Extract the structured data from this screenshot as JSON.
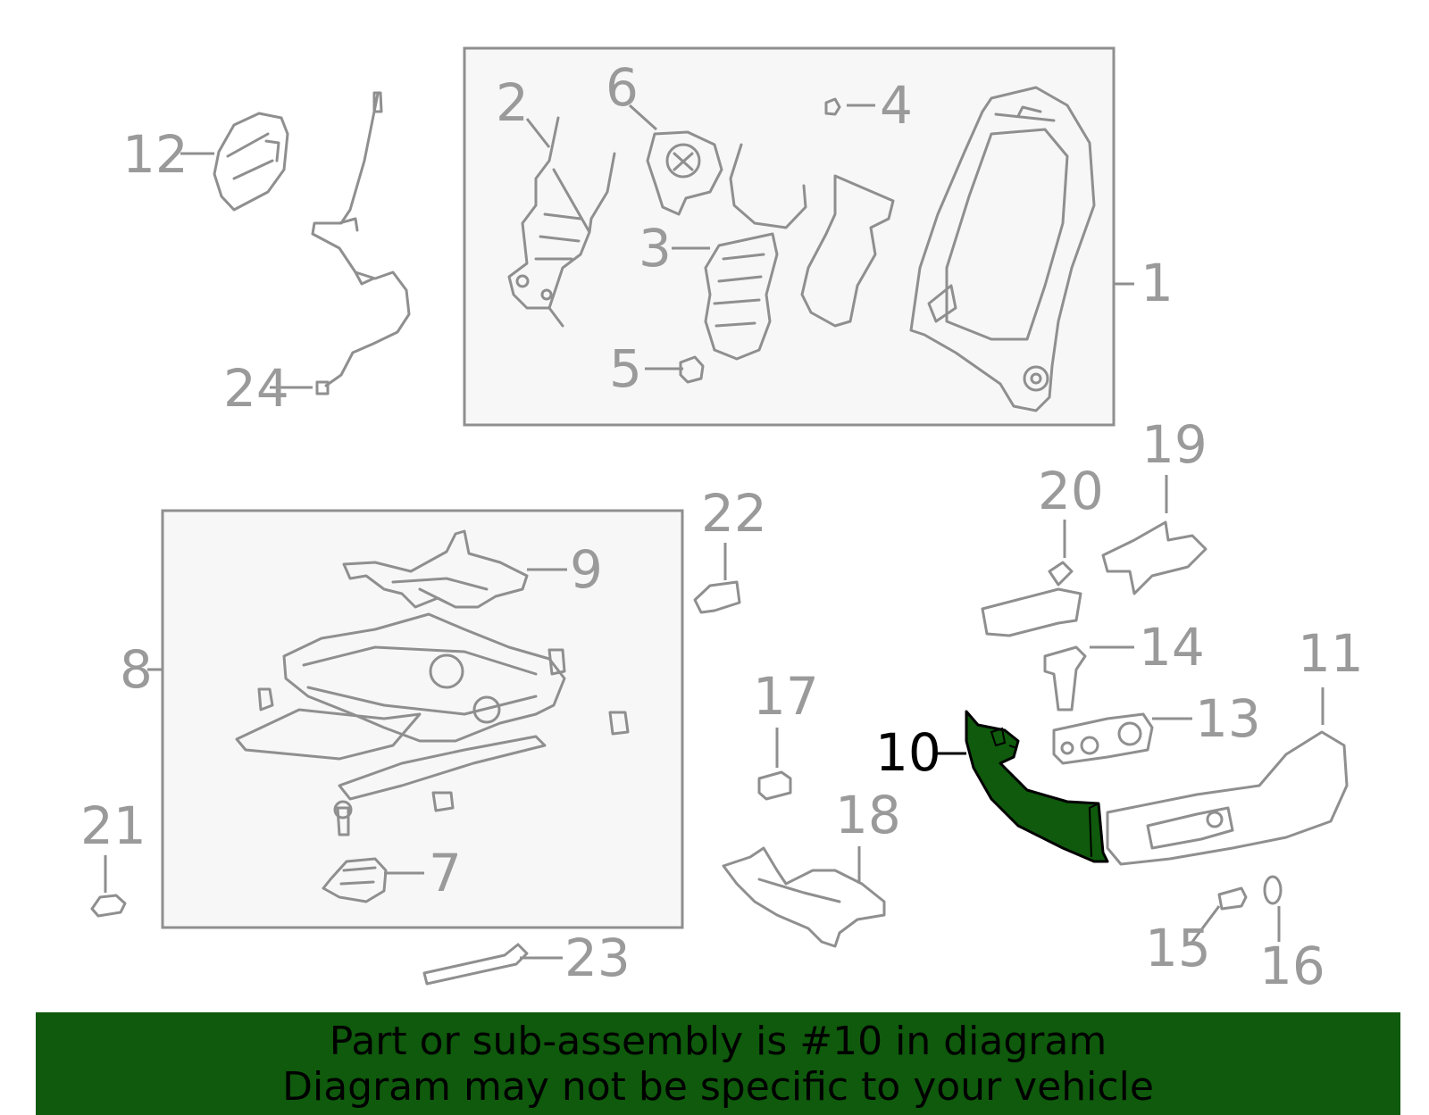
{
  "diagram": {
    "callouts": {
      "c1": "1",
      "c2": "2",
      "c3": "3",
      "c4": "4",
      "c5": "5",
      "c6": "6",
      "c7": "7",
      "c8": "8",
      "c9": "9",
      "c10": "10",
      "c11": "11",
      "c12": "12",
      "c13": "13",
      "c14": "14",
      "c15": "15",
      "c16": "16",
      "c17": "17",
      "c18": "18",
      "c19": "19",
      "c20": "20",
      "c21": "21",
      "c22": "22",
      "c23": "23",
      "c24": "24"
    },
    "highlighted_part": "10"
  },
  "banner": {
    "line1": "Part or sub-assembly is #10 in diagram",
    "line2": "Diagram may not be specific to your vehicle"
  },
  "colors": {
    "highlight": "#0f5a0c",
    "lines": "#8f8f8f",
    "box_fill": "#f7f7f7"
  }
}
